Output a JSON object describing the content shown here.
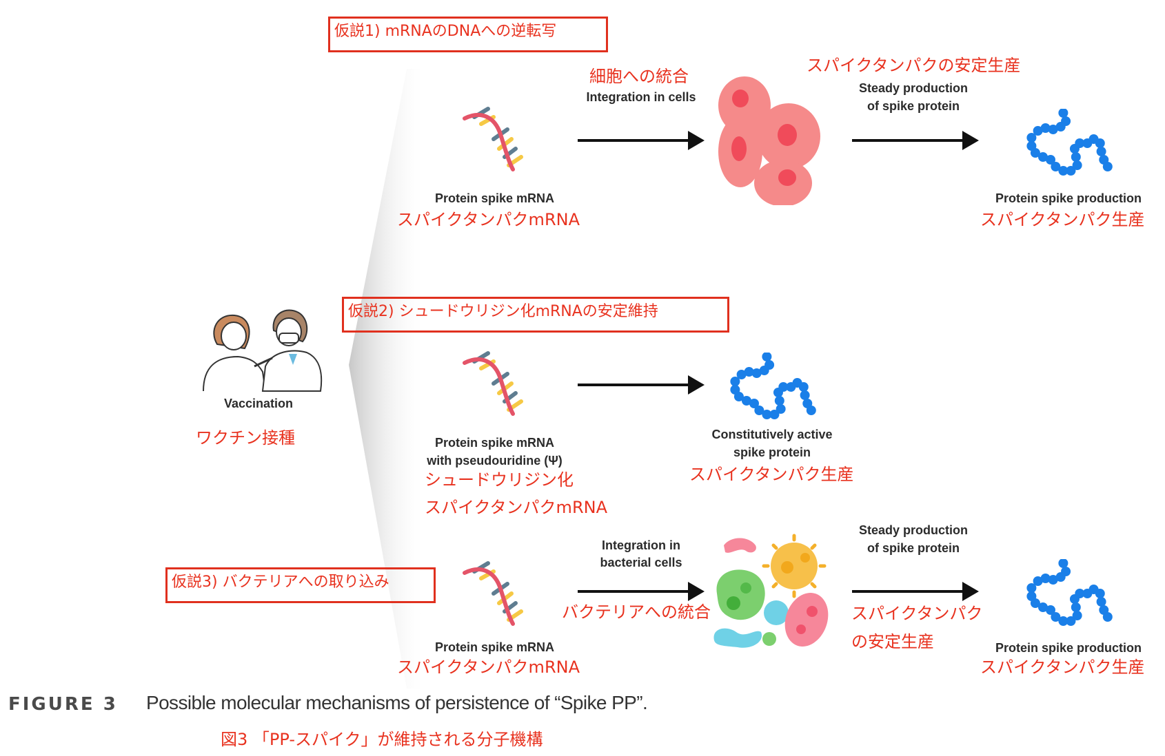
{
  "vaccination": {
    "en": "Vaccination",
    "jp": "ワクチン接種"
  },
  "hypotheses": [
    {
      "title": "仮説1) mRNAのDNAへの逆転写",
      "source": {
        "en": "Protein spike mRNA",
        "jp": "スパイクタンパクmRNA"
      },
      "step1": {
        "en_line1": "Integration in cells",
        "jp": "細胞への統合"
      },
      "intermediate": "human-cells",
      "step2": {
        "en_line1": "Steady production",
        "en_line2": "of spike protein",
        "jp": "スパイクタンパクの安定生産"
      },
      "result": {
        "en": "Protein spike production",
        "jp": "スパイクタンパク生産"
      }
    },
    {
      "title": "仮説2) シュードウリジン化mRNAの安定維持",
      "source": {
        "en_line1": "Protein spike mRNA",
        "en_line2": "with pseudouridine (Ψ)",
        "jp_line1": "シュードウリジン化",
        "jp_line2": "スパイクタンパクmRNA"
      },
      "result": {
        "en_line1": "Constitutively active",
        "en_line2": "spike protein",
        "jp": "スパイクタンパク生産"
      }
    },
    {
      "title": "仮説3) バクテリアへの取り込み",
      "source": {
        "en": "Protein spike mRNA",
        "jp": "スパイクタンパクmRNA"
      },
      "step1": {
        "en_line1": "Integration in",
        "en_line2": "bacterial cells",
        "jp": "バクテリアへの統合"
      },
      "intermediate": "bacteria",
      "step2": {
        "en_line1": "Steady production",
        "en_line2": "of spike protein",
        "jp_line1": "スパイクタンパク",
        "jp_line2": "の安定生産"
      },
      "result": {
        "en": "Protein spike production",
        "jp": "スパイクタンパク生産"
      }
    }
  ],
  "caption": {
    "label": "FIGURE 3",
    "text": "Possible molecular mechanisms of persistence of “Spike PP”.",
    "jp": "図3 「PP-スパイク」が維持される分子機構"
  },
  "colors": {
    "accent_red": "#e8321f",
    "protein_blue": "#1a7fe8",
    "cell_red": "#f58a8a"
  }
}
